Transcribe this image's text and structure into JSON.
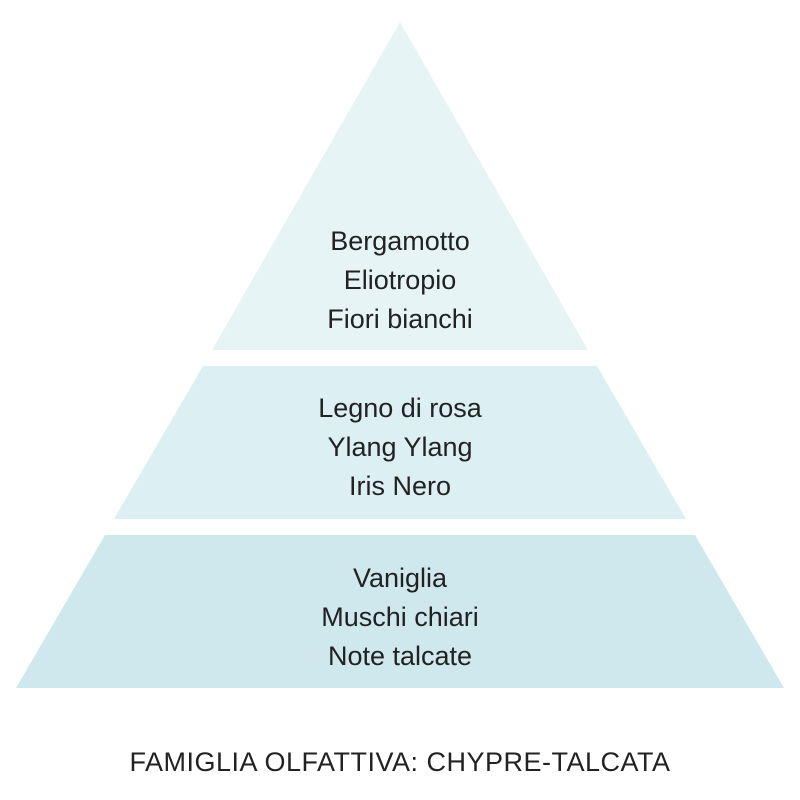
{
  "pyramid": {
    "tiers": [
      {
        "id": "top",
        "color": "#e6f4f6",
        "notes": [
          "Bergamotto",
          "Eliotropio",
          "Fiori bianchi"
        ]
      },
      {
        "id": "middle",
        "color": "#dceff3",
        "notes": [
          "Legno di rosa",
          "Ylang Ylang",
          "Iris Nero"
        ]
      },
      {
        "id": "base",
        "color": "#cfe8ed",
        "notes": [
          "Vaniglia",
          "Muschi chiari",
          "Note talcate"
        ]
      }
    ]
  },
  "family_label": "FAMIGLIA OLFATTIVA: CHYPRE-TALCATA"
}
